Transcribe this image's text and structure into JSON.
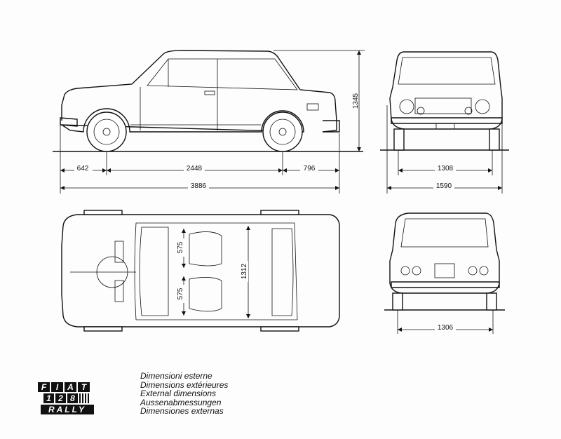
{
  "dimensions": {
    "front_overhang": "642",
    "wheelbase": "2448",
    "rear_overhang": "796",
    "overall_length": "3886",
    "height": "1345",
    "front_track": "1308",
    "overall_width": "1590",
    "seat_width_front": "575",
    "seat_width_rear": "575",
    "interior_width": "1312",
    "rear_track": "1306"
  },
  "legend": {
    "italian": "Dimensioni esterne",
    "french": "Dimensions extérieures",
    "english": "External dimensions",
    "german": "Aussenabmessungen",
    "spanish": "Dimensiones externas"
  },
  "logo": {
    "line1": [
      "F",
      "I",
      "A",
      "T"
    ],
    "line2": [
      "1",
      "2",
      "8"
    ],
    "line3": "RALLY"
  }
}
